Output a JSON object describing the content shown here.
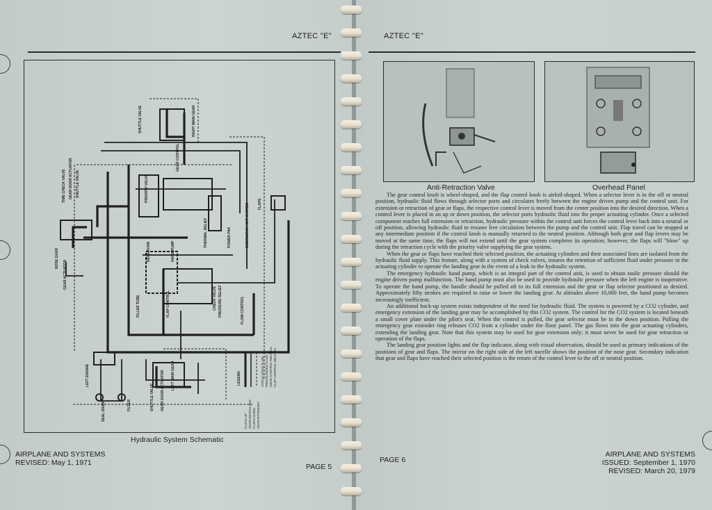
{
  "left_page": {
    "header": "AZTEC \"E\"",
    "figure_caption": "Hydraulic System Schematic",
    "footer_title": "AIRPLANE AND SYSTEMS",
    "footer_revised": "REVISED: May 1, 1971",
    "page_number": "PAGE 5",
    "schematic_labels": {
      "nose_gear": "NOSE GEAR",
      "time_check_valve": "TIME CHECK VALVE",
      "gear_door_actuator": "GEAR DOOR ACTUATOR",
      "shuttle_valve": "SHUTTLE VALVE",
      "gear_actuator": "GEAR ACTUATOR",
      "priority_valve": "PRIORITY VALVE",
      "right_main_gear": "RIGHT MAIN GEAR",
      "gear_control": "GEAR CONTROL",
      "reservoir": "RESERVOIR",
      "hand_pump": "HAND PUMP",
      "thermal_relief": "THERMAL RELIEF",
      "power_pak": "POWER PAK",
      "flaps": "FLAPS",
      "emergency_extension": "EMERGENCY EXT SYSTEM",
      "flap_control": "FLAP CONTROL",
      "filler_tube": "FILLER TUBE",
      "check_valve": "CHECK VALVE",
      "pressure_relief": "PRESSURE RELIEF",
      "flow_control": "FLOW CONTROL",
      "left_engine": "LEFT ENGINE",
      "seal_drain": "SEAL DRAIN",
      "filter": "FILTER",
      "left_main_gear": "LEFT MAIN GEAR",
      "legend": "LEGEND",
      "legend_items": [
        "FLAPS-UP",
        "GEAR-RETRACTED",
        "FLAPS-DOWN",
        "GEAR-EXTENDED",
        "CIRCULATING FLUID",
        "PRESSURIZED FLUID",
        "GEAR CONTROL-NEUTRAL",
        "FLAP CONTROL-NEUTRAL"
      ]
    }
  },
  "right_page": {
    "header": "AZTEC \"E\"",
    "figure1_caption": "Anti-Retraction Valve",
    "figure2_caption": "Overhead Panel",
    "paragraphs": [
      "The gear control knob is wheel-shaped, and the flap control knob is airfoil-shaped. When a selector lever is in the off or neutral position, hydraulic fluid flows through selector ports and circulates freely between the engine driven pump and the control unit. For extension or retraction of gear or flaps, the respective control lever is moved from the center position into the desired direction. When a control lever is placed in an up or down position, the selector ports hydraulic fluid into the proper actuating cylinder. Once a selected component reaches full extension or retraction, hydraulic pressure within the control unit forces the control lever back into a neutral or off position, allowing hydraulic fluid to resume free circulation between the pump and the control unit. Flap travel can be stopped at any intermediate position if the control knob is manually returned to the neutral position. Although both gear and flap levers may be moved at the same time, the flaps will not extend until the gear system completes its operation; however, the flaps will \"blow\" up during the retraction cycle with the priority valve supplying the gear system.",
      "When the gear or flaps have reached their selected position, the actuating cylinders and their associated lines are isolated from the hydraulic fluid supply. This feature, along with a system of check valves, insures the retention of sufficient fluid under pressure in the actuating cylinder to operate the landing gear in the event of a leak in the hydraulic system.",
      "The emergency hydraulic hand pump, which is an integral part of the control unit, is used to obtain raulic pressure should the engine driven pump malfunction. The hand pump must also be used to provide hydraulic pressure when the left engine is inoperative. To operate the hand pump, the handle should be pulled aft to its full extension and the gear or flap selector positioned as desired. Approximately fifty strokes are required to raise or lower the landing gear. At altitudes above 10,000 feet, the hand pump becomes increasingly inefficient.",
      "An additional back-up system exists independent of the need for hydraulic fluid. The system is powered by a CO2 cylinder, and emergency extension of the landing gear may be accomplished by this CO2 system. The control for the CO2 system is located beneath a small cover plate under the pilot's seat. When the control is pulled, the gear selector must be in the down position. Pulling the emergency gear extender ring releases CO2 from a cylinder under the floor panel. The gas flows into the gear actuating cylinders, extending the landing gear. Note that this system may be used for gear extension only; it must never be used for gear retraction or operation of the flaps.",
      "The landing gear position lights and the flap indicator, along with visual observation, should be used as primary indications of the positions of gear and flaps. The mirror on the right side of the left nacelle shows the position of the nose gear. Secondary indication that gear and flaps have reached their selected position is the return of the control lever to the off or neutral position."
    ],
    "page_number": "PAGE 6",
    "footer_title": "AIRPLANE AND SYSTEMS",
    "footer_issued": "ISSUED: September 1, 1970",
    "footer_revised": "REVISED: March 20, 1979"
  }
}
